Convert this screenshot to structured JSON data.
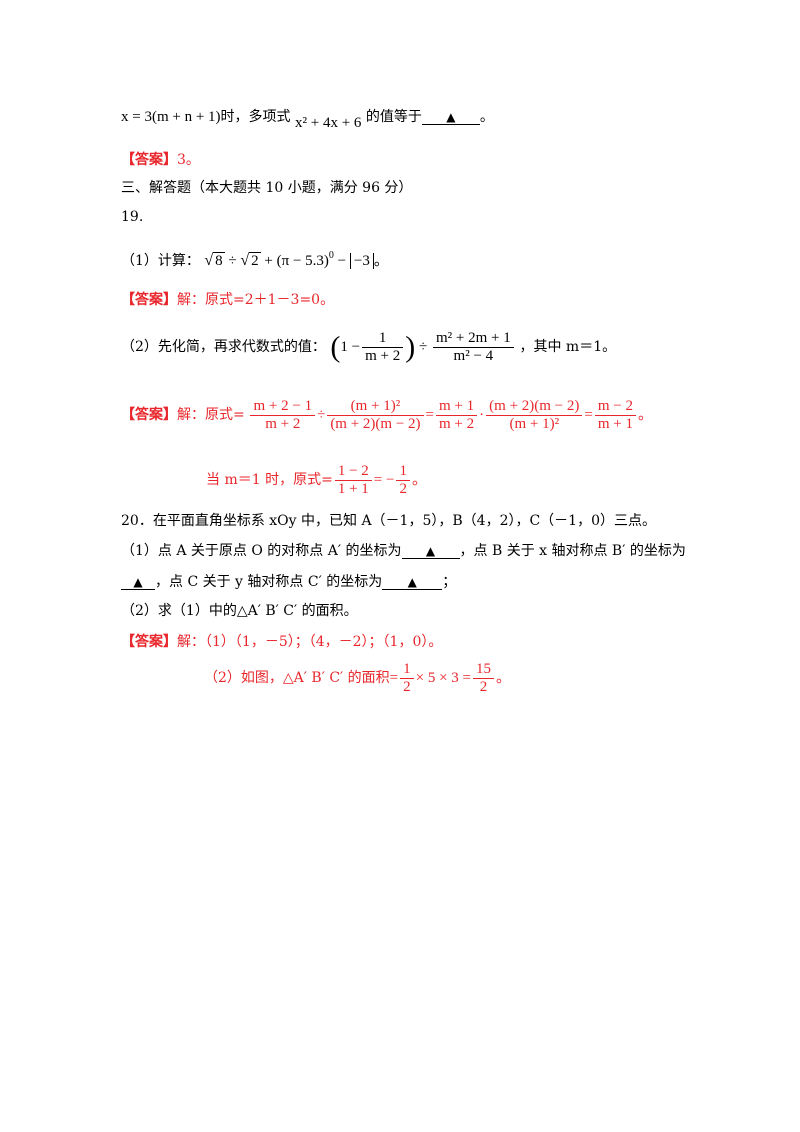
{
  "q18": {
    "condition_expr": "x = 3(m + n + 1)",
    "text_mid": "时，多项式",
    "poly_expr": "x² + 4x + 6",
    "text_end": "的值等于",
    "blank_marker": "▲",
    "period": "。",
    "answer_label": "【答案】",
    "answer_value": "3。"
  },
  "section3": {
    "heading": "三、解答题（本大题共 10 小题，满分 96 分）"
  },
  "q19": {
    "number": "19.",
    "part1": {
      "label": "（1）计算：",
      "expr_sqrt8": "8",
      "expr_div1": "÷",
      "expr_sqrt2": "2",
      "expr_mid": "+ (π − 5.3)",
      "expr_exp0": "0",
      "expr_minus": "−",
      "expr_abs": "−3",
      "period": "。",
      "answer_label": "【答案】",
      "answer_text": "解：原式=2＋1－3=0。"
    },
    "part2": {
      "label": "（2）先化简，再求代数式的值：",
      "one_minus": "1 −",
      "frac1_num": "1",
      "frac1_den": "m + 2",
      "div": "÷",
      "frac2_num": "m² + 2m + 1",
      "frac2_den": "m² − 4",
      "condition": "，其中 m＝1。",
      "answer_label": "【答案】",
      "answer_prefix": "解：原式=",
      "a_f1_num": "m + 2 − 1",
      "a_f1_den": "m + 2",
      "a_div": "÷",
      "a_f2_num": "(m + 1)²",
      "a_f2_den": "(m + 2)(m − 2)",
      "a_eq1": "=",
      "a_f3_num": "m + 1",
      "a_f3_den": "m + 2",
      "a_dot": "·",
      "a_f4_num": "(m + 2)(m − 2)",
      "a_f4_den": "(m + 1)²",
      "a_eq2": "=",
      "a_f5_num": "m − 2",
      "a_f5_den": "m + 1",
      "a_period": "。",
      "sub_prefix": "当 m＝1 时，原式=",
      "s_f1_num": "1 − 2",
      "s_f1_den": "1 + 1",
      "s_eq": "= −",
      "s_f2_num": "1",
      "s_f2_den": "2",
      "s_period": "。"
    }
  },
  "q20": {
    "stem": "20．在平面直角坐标系 xOy 中，已知 A（－1，5），B（4，2），C（－1，0）三点。",
    "part1_a": "（1）点 A 关于原点 O 的对称点 A′ 的坐标为",
    "part1_b": "，点 B 关于 x 轴对称点 B′ 的坐标为",
    "part1_c": "，点 C 关于 y 轴对称点 C′ 的坐标为",
    "part1_end": "；",
    "blank_marker": "▲",
    "part2": "（2）求（1）中的△A′ B′ C′ 的面积。",
    "answer_label": "【答案】",
    "answer_part1": "解：（1）（1，－5）；（4，－2）；（1，0）。",
    "answer_part2_prefix": "（2）如图，△A′ B′ C′ 的面积",
    "eq": "=",
    "half_num": "1",
    "half_den": "2",
    "times": "× 5 × 3 =",
    "res_num": "15",
    "res_den": "2",
    "period": "。"
  }
}
